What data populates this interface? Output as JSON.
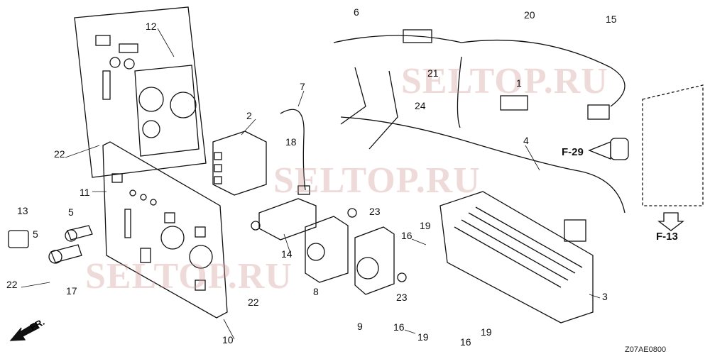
{
  "watermarks": [
    "SELTOP.RU",
    "SELTOP.RU",
    "SELTOP.RU"
  ],
  "callouts": [
    "12",
    "2",
    "7",
    "18",
    "6",
    "20",
    "15",
    "21",
    "1",
    "24",
    "4",
    "22",
    "11",
    "13",
    "5",
    "5",
    "22",
    "17",
    "14",
    "23",
    "8",
    "16",
    "19",
    "23",
    "9",
    "16",
    "19",
    "22",
    "10",
    "19",
    "16",
    "3"
  ],
  "refs": {
    "f29": "F-29",
    "f13": "F-13"
  },
  "front_marker": "FR.",
  "diagram_code": "Z07AE0800"
}
